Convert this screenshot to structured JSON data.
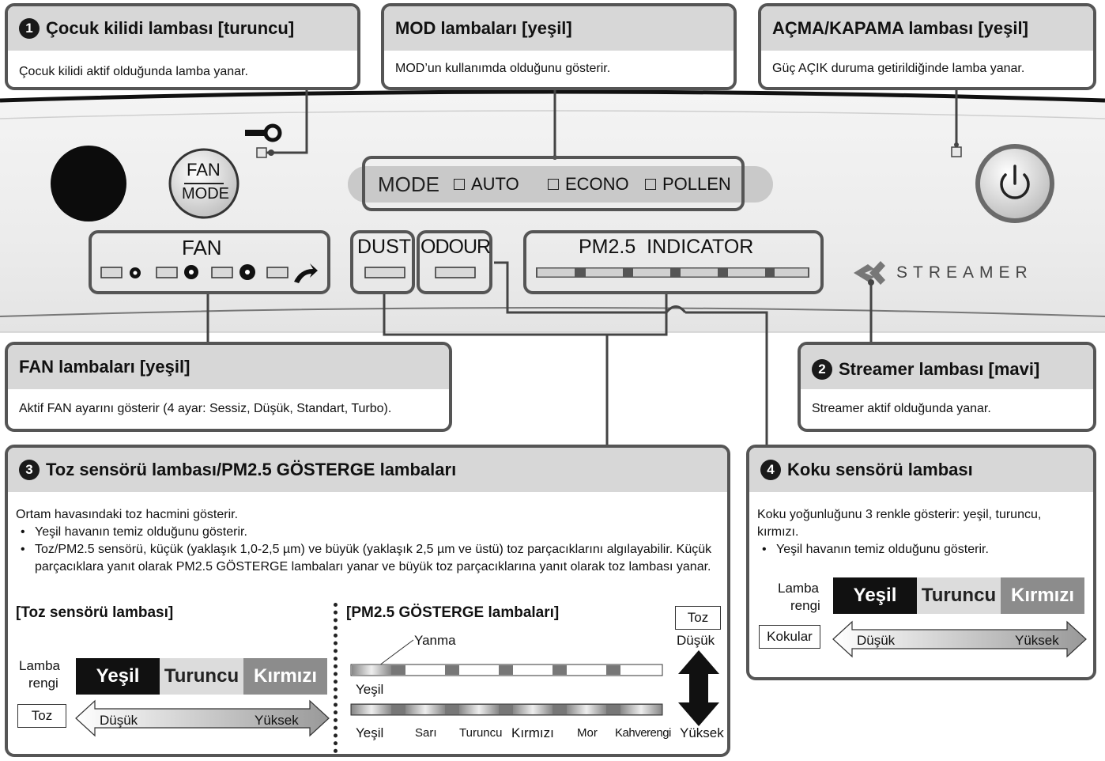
{
  "callouts": {
    "child_lock": {
      "num": "1",
      "title": "Çocuk kilidi lambası [turuncu]",
      "body": "Çocuk kilidi aktif olduğunda lamba yanar."
    },
    "mode": {
      "title": "MOD lambaları [yeşil]",
      "body": "MOD’un kullanımda olduğunu gösterir."
    },
    "power": {
      "title": "AÇMA/KAPAMA lambası [yeşil]",
      "body": "Güç AÇIK duruma getirildiğinde lamba yanar."
    },
    "fan": {
      "title": "FAN lambaları [yeşil]",
      "body": "Aktif FAN ayarını gösterir (4 ayar: Sessiz, Düşük, Standart, Turbo)."
    },
    "streamer": {
      "num": "2",
      "title": "Streamer lambası [mavi]",
      "body": "Streamer aktif olduğunda yanar."
    },
    "dust": {
      "num": "3",
      "title": "Toz sensörü lambası/PM2.5 GÖSTERGE lambaları",
      "intro": "Ortam havasındaki toz hacmini gösterir.",
      "bullets": [
        "Yeşil havanın temiz olduğunu gösterir.",
        "Toz/PM2.5 sensörü, küçük (yaklaşık 1,0-2,5 µm) ve büyük (yaklaşık 2,5 µm ve üstü) toz parçacıklarını algılayabilir. Küçük parçacıklara yanıt olarak PM2.5 GÖSTERGE lambaları yanar ve büyük toz parçacıklarına yanıt olarak toz lambası yanar."
      ],
      "left_heading": "[Toz sensörü lambası]",
      "lamp_label_1": "Lamba",
      "lamp_label_2": "rengi",
      "colors": [
        "Yeşil",
        "Turuncu",
        "Kırmızı"
      ],
      "toz_label": "Toz",
      "low": "Düşük",
      "high": "Yüksek",
      "right_heading": "[PM2.5 GÖSTERGE lambaları]",
      "yanma": "Yanma",
      "yesil_single": "Yeşil",
      "pm_colors": [
        "Yeşil",
        "Sarı",
        "Turuncu",
        "Kırmızı",
        "Mor",
        "Kahverengi"
      ],
      "toz_box": "Toz",
      "dusuk": "Düşük",
      "yuksek": "Yüksek"
    },
    "odour": {
      "num": "4",
      "title": "Koku sensörü lambası",
      "body": "Koku yoğunluğunu 3 renkle gösterir: yeşil, turuncu, kırmızı.",
      "bullet": "Yeşil havanın temiz olduğunu gösterir.",
      "lamp_label_1": "Lamba",
      "lamp_label_2": "rengi",
      "colors": [
        "Yeşil",
        "Turuncu",
        "Kırmızı"
      ],
      "kokular": "Kokular",
      "low": "Düşük",
      "high": "Yüksek"
    }
  },
  "device": {
    "fan_mode_1": "FAN",
    "fan_mode_2": "MODE",
    "mode_label": "MODE",
    "mode_items": [
      "AUTO",
      "ECONO",
      "POLLEN"
    ],
    "fan_label": "FAN",
    "dust_label": "DUST",
    "odour_label": "ODOUR",
    "pm_label": "PM2.5  INDICATOR",
    "streamer_label": "STREAMER"
  },
  "colors": {
    "green_cell": "#111111",
    "orange_cell": "#d9d9d9",
    "red_cell": "#8c8c8c",
    "panel_border": "#555555"
  }
}
